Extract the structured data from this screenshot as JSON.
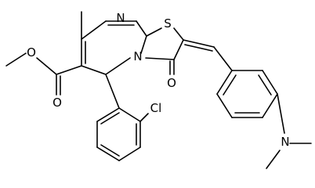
{
  "molecule": {
    "atoms": {
      "N": "N",
      "S": "S",
      "O": "O",
      "Cl": "Cl"
    },
    "colors": {
      "bond": "#000000",
      "label": "#000000",
      "background": "#ffffff"
    }
  }
}
